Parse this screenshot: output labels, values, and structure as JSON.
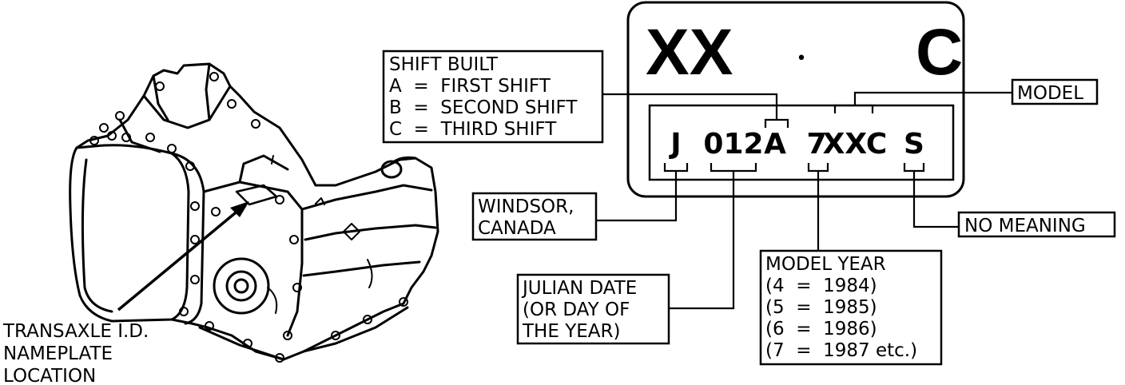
{
  "plate": {
    "top_left": "XX",
    "top_dot": "•",
    "top_right": "C",
    "code": {
      "plant": "J",
      "julian": "012",
      "shift": "A",
      "year": "7",
      "model": "XXC",
      "suffix": "S"
    }
  },
  "labels": {
    "shift_built": [
      "SHIFT BUILT",
      "A  =  FIRST SHIFT",
      "B  =  SECOND SHIFT",
      "C  =  THIRD SHIFT"
    ],
    "model": "MODEL",
    "windsor": [
      "WINDSOR,",
      "CANADA"
    ],
    "no_meaning": "NO MEANING",
    "model_year": [
      "MODEL YEAR",
      "(4  =  1984)",
      "(5  =  1985)",
      "(6  =  1986)",
      "(7  =  1987 etc.)"
    ],
    "julian_date": [
      "JULIAN DATE",
      "(OR DAY OF",
      "THE YEAR)"
    ],
    "nameplate": [
      "TRANSAXLE I.D.",
      "NAMEPLATE",
      "LOCATION"
    ]
  },
  "colors": {
    "ink": "#000000",
    "paper": "#ffffff"
  },
  "icons": [
    "transaxle-illustration"
  ]
}
